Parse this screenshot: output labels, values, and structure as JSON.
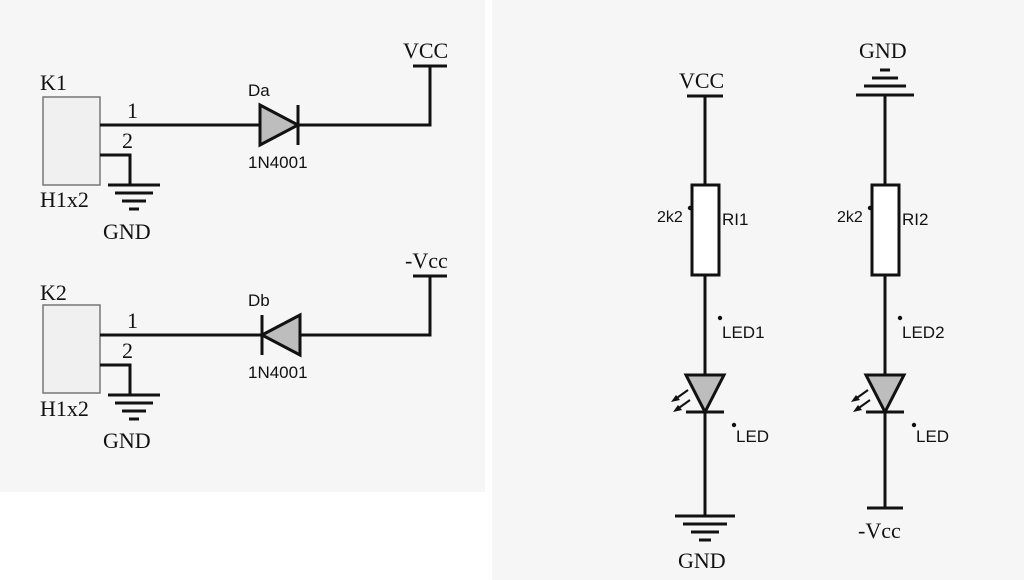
{
  "left_circuit": {
    "connector_1": {
      "ref": "K1",
      "type": "H1x2",
      "pin1": "1",
      "pin2": "2",
      "ground": "GND"
    },
    "diode_1": {
      "ref": "Da",
      "part": "1N4001"
    },
    "supply_1": "VCC",
    "connector_2": {
      "ref": "K2",
      "type": "H1x2",
      "pin1": "1",
      "pin2": "2",
      "ground": "GND"
    },
    "diode_2": {
      "ref": "Db",
      "part": "1N4001"
    },
    "supply_2": "-Vcc"
  },
  "right_circuit": {
    "branch_1": {
      "top_supply": "VCC",
      "resistor_value": "2k2",
      "resistor_ref": "RI1",
      "led_ref": "LED1",
      "led_type": "LED",
      "bottom_supply": "GND"
    },
    "branch_2": {
      "top_supply": "GND",
      "resistor_value": "2k2",
      "resistor_ref": "RI2",
      "led_ref": "LED2",
      "led_type": "LED",
      "bottom_supply": "-Vcc"
    }
  },
  "colors": {
    "panel_background": "#f6f6f6",
    "connector_fill": "#f0f0f0",
    "diode_fill": "#bdbdbd",
    "wire": "#111111"
  }
}
